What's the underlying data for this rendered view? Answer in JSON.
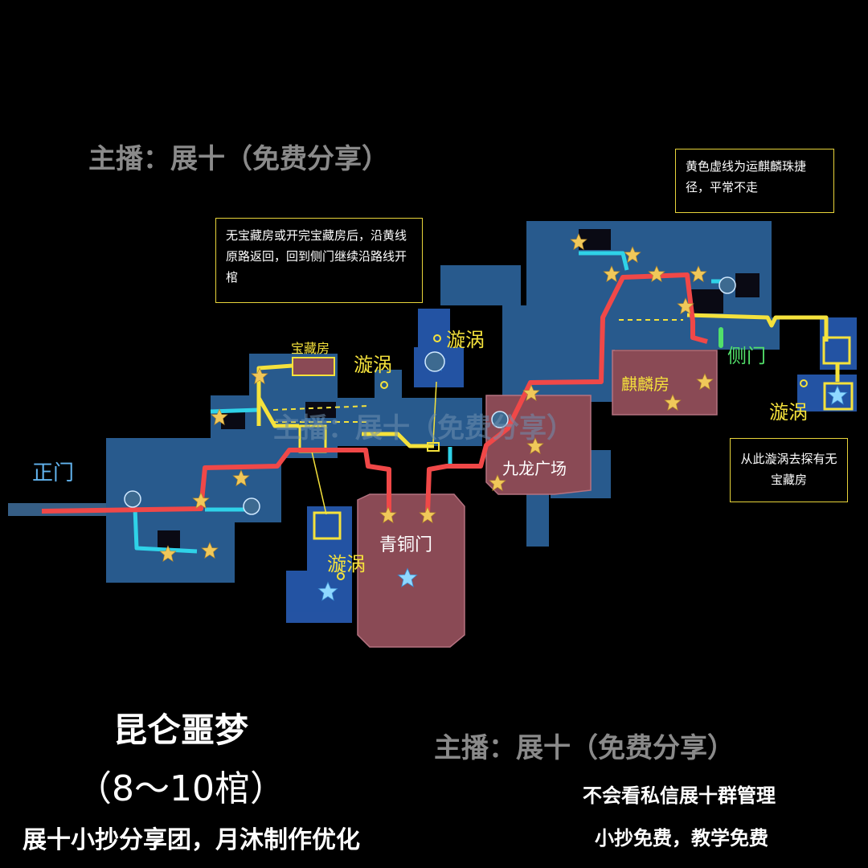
{
  "watermark": {
    "top": "主播：展十（免费分享）",
    "bottom": "主播：展十（免费分享）",
    "map": "主播：展十（免费分享）"
  },
  "notes": {
    "shortcut": "黄色虚线为运麒麟珠捷径，平常不走",
    "return": "无宝藏房或开完宝藏房后，沿黄线原路返回，回到侧门继续沿路线开棺",
    "vortex_explore": "从此漩涡去探有无宝藏房"
  },
  "map_labels": {
    "main_gate": "正门",
    "side_gate": "侧门",
    "treasure_room": "宝藏房",
    "vortex_1": "漩涡",
    "vortex_2": "漩涡",
    "vortex_3": "漩涡",
    "vortex_4": "漩涡",
    "qilin_room": "麒麟房",
    "nine_dragon_square": "九龙广场",
    "bronze_gate": "青铜门"
  },
  "title": {
    "line1": "昆仑噩梦",
    "line2": "（8～10棺）"
  },
  "footer": {
    "credit": "展十小抄分享团，月沐制作优化",
    "dm_note": "不会看私信展十群管理",
    "free_note": "小抄免费，教学免费"
  },
  "colors": {
    "background": "#000000",
    "map_floor": "#2f6aa6",
    "room_pink": "#8a4a55",
    "route_red": "#f04848",
    "route_cyan": "#2fd2e8",
    "route_yellow": "#f5e23c",
    "side_gate_green": "#52e06a",
    "star_gold": "#f0c85a",
    "star_blue": "#8fd8ff"
  }
}
